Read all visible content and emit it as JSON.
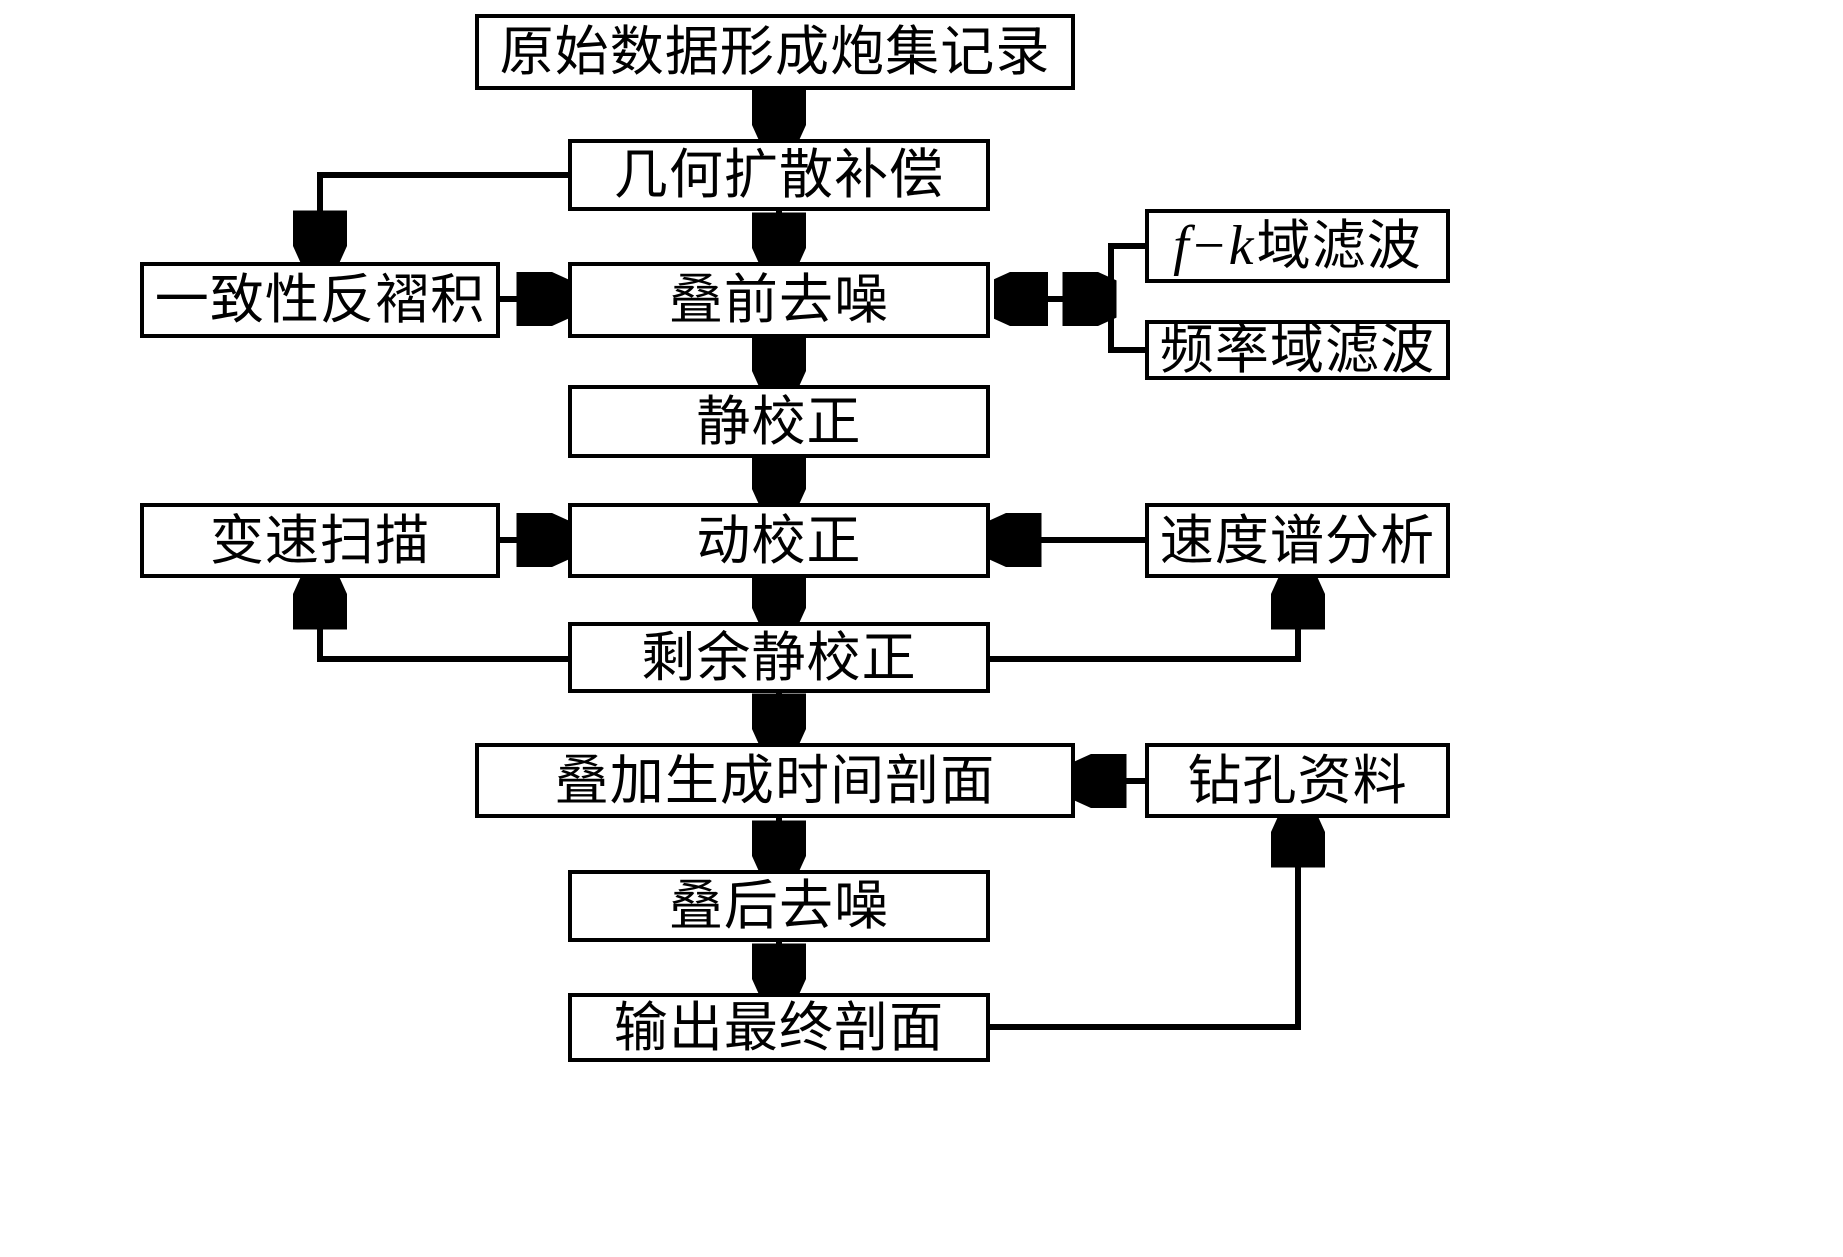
{
  "diagram": {
    "type": "flowchart",
    "title": "",
    "language": "zh-CN",
    "colors": {
      "background": "#ffffff",
      "stroke": "#000000",
      "text": "#000000",
      "box_fill": "#ffffff"
    },
    "nodes": [
      {
        "id": "raw-data",
        "label": "原始数据形成炮集记录",
        "column": "center"
      },
      {
        "id": "geometric-spreading-compensation",
        "label": "几何扩散补偿",
        "column": "center"
      },
      {
        "id": "surface-consistent-deconvolution",
        "label": "一致性反褶积",
        "column": "left"
      },
      {
        "id": "prestack-denoise",
        "label": "叠前去噪",
        "column": "center"
      },
      {
        "id": "fk-domain-filter",
        "label": "f−k域滤波",
        "label_math": "f−k",
        "label_text": "域滤波",
        "column": "right"
      },
      {
        "id": "frequency-domain-filter",
        "label": "频率域滤波",
        "column": "right"
      },
      {
        "id": "static-correction",
        "label": "静校正",
        "column": "center"
      },
      {
        "id": "variable-velocity-scan",
        "label": "变速扫描",
        "column": "left"
      },
      {
        "id": "nmo-correction",
        "label": "动校正",
        "column": "center"
      },
      {
        "id": "velocity-spectrum-analysis",
        "label": "速度谱分析",
        "column": "right"
      },
      {
        "id": "residual-static-correction",
        "label": "剩余静校正",
        "column": "center"
      },
      {
        "id": "stack-time-section",
        "label": "叠加生成时间剖面",
        "column": "center"
      },
      {
        "id": "borehole-data",
        "label": "钻孔资料",
        "column": "right"
      },
      {
        "id": "poststack-denoise",
        "label": "叠后去噪",
        "column": "center"
      },
      {
        "id": "final-section-output",
        "label": "输出最终剖面",
        "column": "center"
      }
    ],
    "edges": [
      {
        "from": "raw-data",
        "to": "geometric-spreading-compensation",
        "style": "arrow-down"
      },
      {
        "from": "geometric-spreading-compensation",
        "to": "surface-consistent-deconvolution",
        "style": "elbow-left-down"
      },
      {
        "from": "geometric-spreading-compensation",
        "to": "prestack-denoise",
        "style": "arrow-down"
      },
      {
        "from": "surface-consistent-deconvolution",
        "to": "prestack-denoise",
        "style": "arrow-right"
      },
      {
        "from": "prestack-denoise",
        "to": "fk-domain-filter",
        "style": "double-arrow-bracket"
      },
      {
        "from": "prestack-denoise",
        "to": "frequency-domain-filter",
        "style": "double-arrow-bracket"
      },
      {
        "from": "prestack-denoise",
        "to": "static-correction",
        "style": "arrow-down"
      },
      {
        "from": "static-correction",
        "to": "nmo-correction",
        "style": "arrow-down"
      },
      {
        "from": "variable-velocity-scan",
        "to": "nmo-correction",
        "style": "arrow-right"
      },
      {
        "from": "velocity-spectrum-analysis",
        "to": "nmo-correction",
        "style": "arrow-left"
      },
      {
        "from": "nmo-correction",
        "to": "residual-static-correction",
        "style": "arrow-down"
      },
      {
        "from": "residual-static-correction",
        "to": "variable-velocity-scan",
        "style": "elbow-left-up"
      },
      {
        "from": "residual-static-correction",
        "to": "velocity-spectrum-analysis",
        "style": "elbow-right-up"
      },
      {
        "from": "residual-static-correction",
        "to": "stack-time-section",
        "style": "arrow-down"
      },
      {
        "from": "borehole-data",
        "to": "stack-time-section",
        "style": "arrow-left"
      },
      {
        "from": "stack-time-section",
        "to": "poststack-denoise",
        "style": "arrow-down"
      },
      {
        "from": "poststack-denoise",
        "to": "final-section-output",
        "style": "arrow-down"
      },
      {
        "from": "final-section-output",
        "to": "borehole-data",
        "style": "elbow-right-up"
      }
    ]
  }
}
